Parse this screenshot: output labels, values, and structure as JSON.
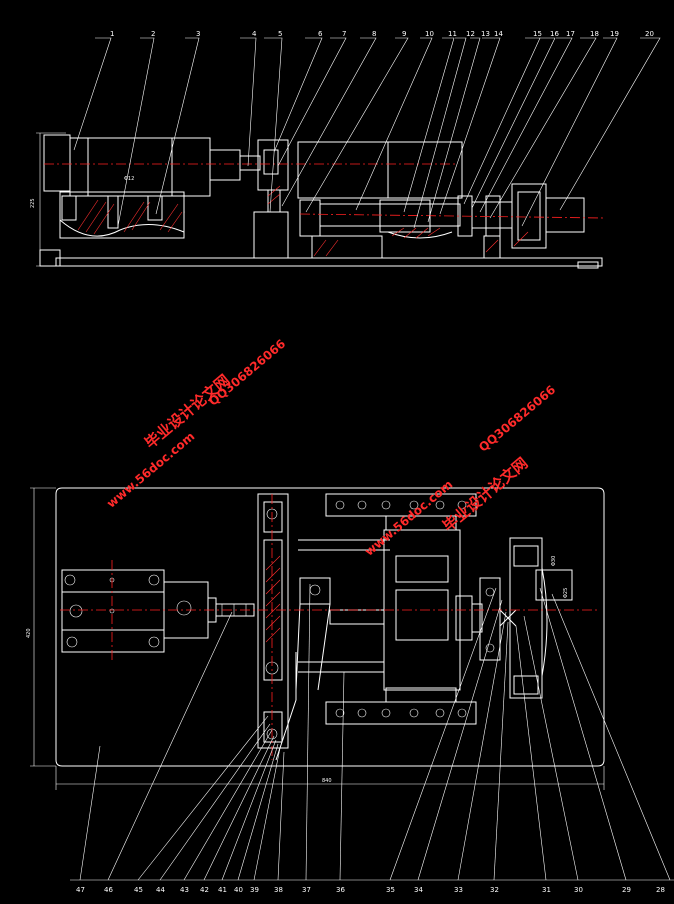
{
  "callouts_top": [
    "1",
    "2",
    "3",
    "4",
    "5",
    "6",
    "7",
    "8",
    "9",
    "10",
    "11",
    "12",
    "13",
    "14",
    "15",
    "16",
    "17",
    "18",
    "19",
    "20"
  ],
  "callouts_bottom": [
    "47",
    "46",
    "45",
    "44",
    "43",
    "42",
    "41",
    "40",
    "39",
    "38",
    "37",
    "36",
    "35",
    "34",
    "33",
    "32",
    "31",
    "30",
    "29",
    "28"
  ],
  "dimensions": {
    "top_height": "225",
    "plan_height": "420",
    "plan_width": "840",
    "detail_small": "Φ12",
    "detail_1": "Φ30",
    "detail_2": "Φ25"
  },
  "watermarks": {
    "site_cn": "毕业设计论文网",
    "site_url": "www.56doc.com",
    "qq": "QQ306826066"
  },
  "colors": {
    "background": "#000000",
    "lines": "#ffffff",
    "centerlines": "#ff2020",
    "watermark": "#ff2a2a"
  }
}
